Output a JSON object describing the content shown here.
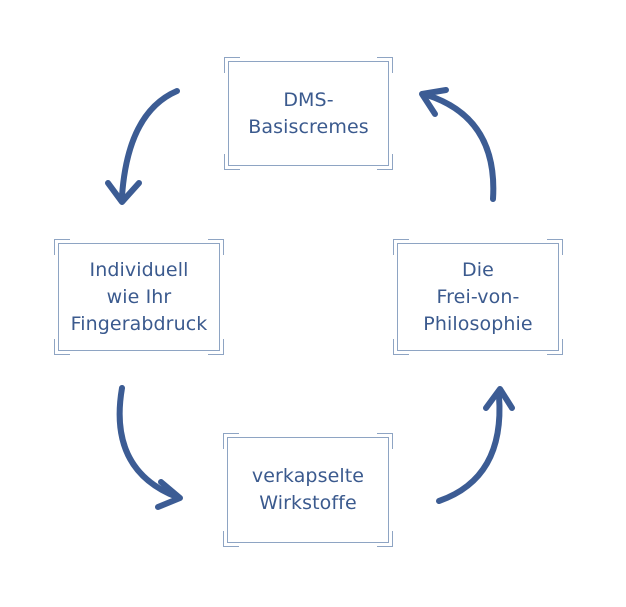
{
  "diagram": {
    "colors": {
      "text": "#3b5a8e",
      "arrow": "#3c5c94",
      "frame": "#8ea4c3"
    },
    "nodes": {
      "top": {
        "label": "DMS-\nBasiscremes"
      },
      "left": {
        "label": "Individuell\nwie Ihr\nFingerabdruck"
      },
      "right": {
        "label": "Die\nFrei-von-\nPhilosophie"
      },
      "bottom": {
        "label": "verkapselte\nWirkstoffe"
      }
    },
    "edges": [
      {
        "from": "top",
        "to": "left"
      },
      {
        "from": "left",
        "to": "bottom"
      },
      {
        "from": "bottom",
        "to": "right"
      },
      {
        "from": "right",
        "to": "top"
      }
    ]
  }
}
